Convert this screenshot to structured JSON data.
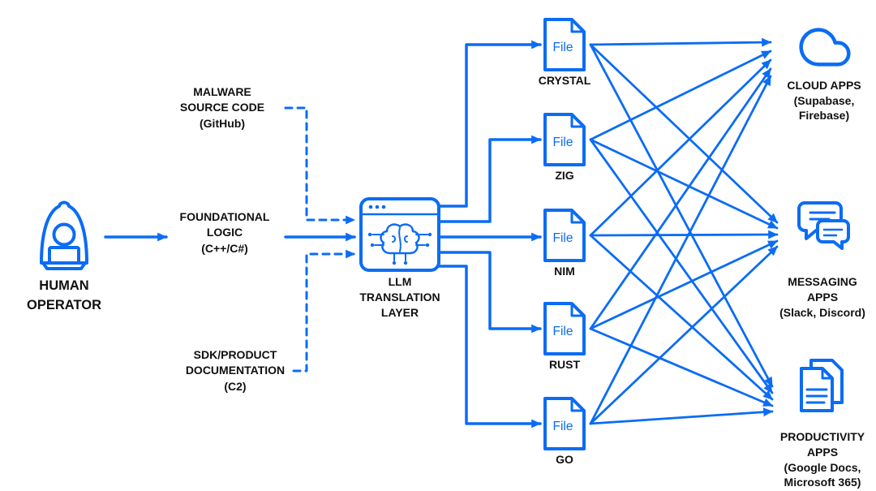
{
  "colors": {
    "accent": "#0b6cf4",
    "ink": "#101010"
  },
  "operator": {
    "line1": "HUMAN",
    "line2": "OPERATOR"
  },
  "inputs": {
    "malware": {
      "line1": "MALWARE",
      "line2": "SOURCE CODE",
      "line3": "(GitHub)"
    },
    "logic": {
      "line1": "FOUNDATIONAL",
      "line2": "LOGIC",
      "line3": "(C++/C#)"
    },
    "sdk": {
      "line1": "SDK/PRODUCT",
      "line2": "DOCUMENTATION",
      "line3": "(C2)"
    }
  },
  "llm": {
    "line1": "LLM",
    "line2": "TRANSLATION",
    "line3": "LAYER"
  },
  "files": [
    {
      "badge": "File",
      "label": "CRYSTAL"
    },
    {
      "badge": "File",
      "label": "ZIG"
    },
    {
      "badge": "File",
      "label": "NIM"
    },
    {
      "badge": "File",
      "label": "RUST"
    },
    {
      "badge": "File",
      "label": "GO"
    }
  ],
  "targets": {
    "cloud": {
      "line1": "CLOUD APPS",
      "line2": "(Supabase,",
      "line3": "Firebase)"
    },
    "messaging": {
      "line1": "MESSAGING",
      "line2": "APPS",
      "line3": "(Slack, Discord)"
    },
    "productivity": {
      "line1": "PRODUCTIVITY",
      "line2": "APPS",
      "line3": "(Google Docs,",
      "line4": "Microsoft 365)"
    }
  }
}
